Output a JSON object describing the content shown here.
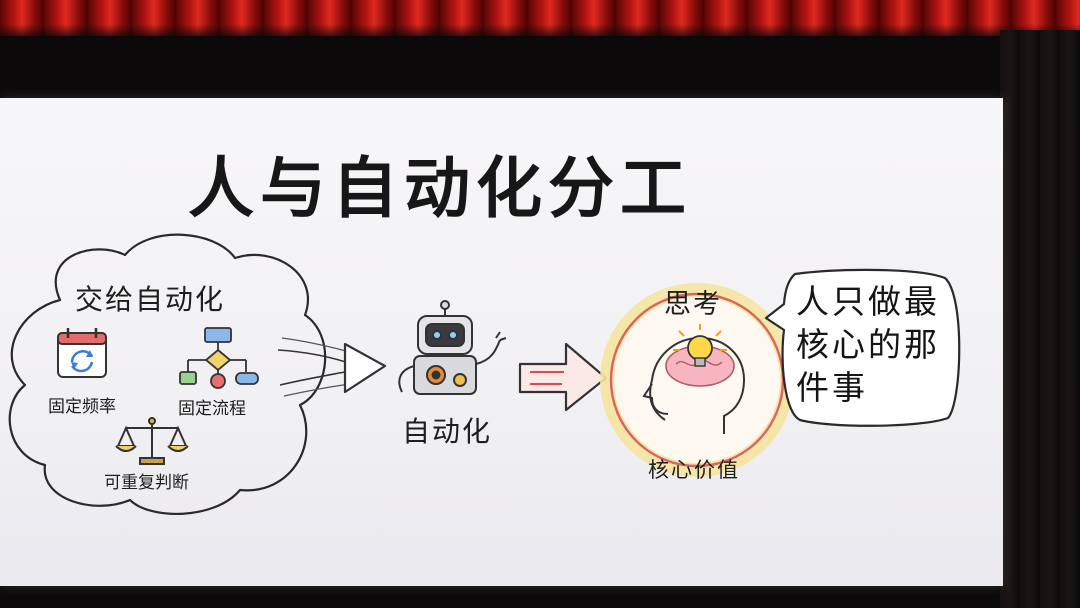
{
  "slide": {
    "title": "人与自动化分工",
    "cloud": {
      "title": "交给自动化",
      "items": [
        "固定频率",
        "固定流程",
        "可重复判断"
      ]
    },
    "automation_label": "自动化",
    "think_label": "思考",
    "core_value_label": "核心价值",
    "bubble_text": "人只做最核心的那件事"
  },
  "icons": [
    "calendar-refresh-icon",
    "flowchart-icon",
    "balance-scale-icon",
    "robot-icon",
    "brain-lightbulb-icon",
    "arrow-icon"
  ],
  "colors": {
    "curtain": "#b51512",
    "screen": "#f5f4f7",
    "accent_red": "#d94c4c",
    "glow_yellow": "#f3d86a"
  }
}
